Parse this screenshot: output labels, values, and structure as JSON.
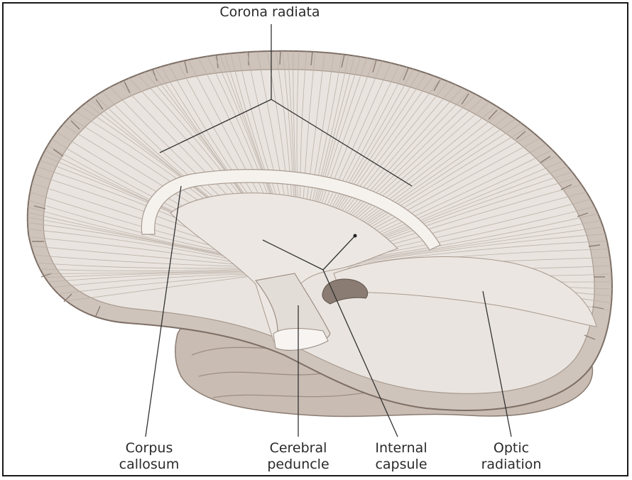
{
  "labels": {
    "corona_radiata": "Corona radiata",
    "corpus_callosum": [
      "Corpus",
      "callosum"
    ],
    "cerebral_peduncle": [
      "Cerebral",
      "peduncle"
    ],
    "internal_capsule": [
      "Internal",
      "capsule"
    ],
    "optic_radiation": [
      "Optic",
      "radiation"
    ]
  },
  "colors": {
    "hemisphere_fill": "#e9e4df",
    "cortex_rim": "#cfc4bb",
    "temporal_fill": "#c9bcb2",
    "fiber_stroke": "#bdb2a9",
    "callosum_fill": "#f5f2ee",
    "leader_line": "#333333"
  }
}
